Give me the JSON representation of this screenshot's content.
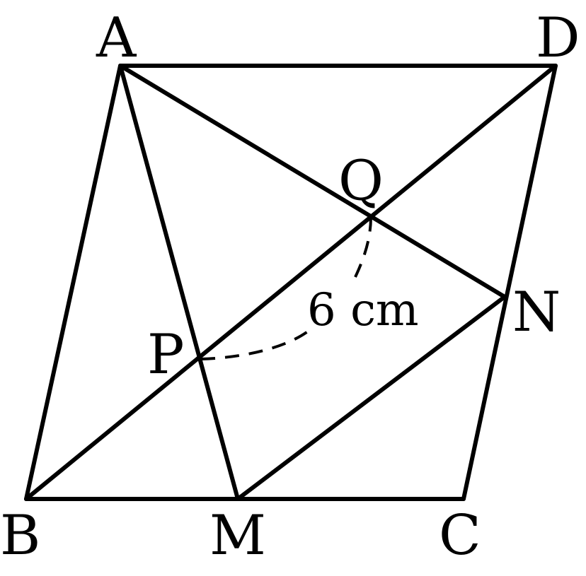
{
  "points": {
    "A": "A",
    "B": "B",
    "C": "C",
    "D": "D",
    "M": "M",
    "N": "N",
    "P": "P",
    "Q": "Q"
  },
  "measurement": "6 cm",
  "colors": {
    "stroke": "#000000",
    "background": "#ffffff"
  }
}
